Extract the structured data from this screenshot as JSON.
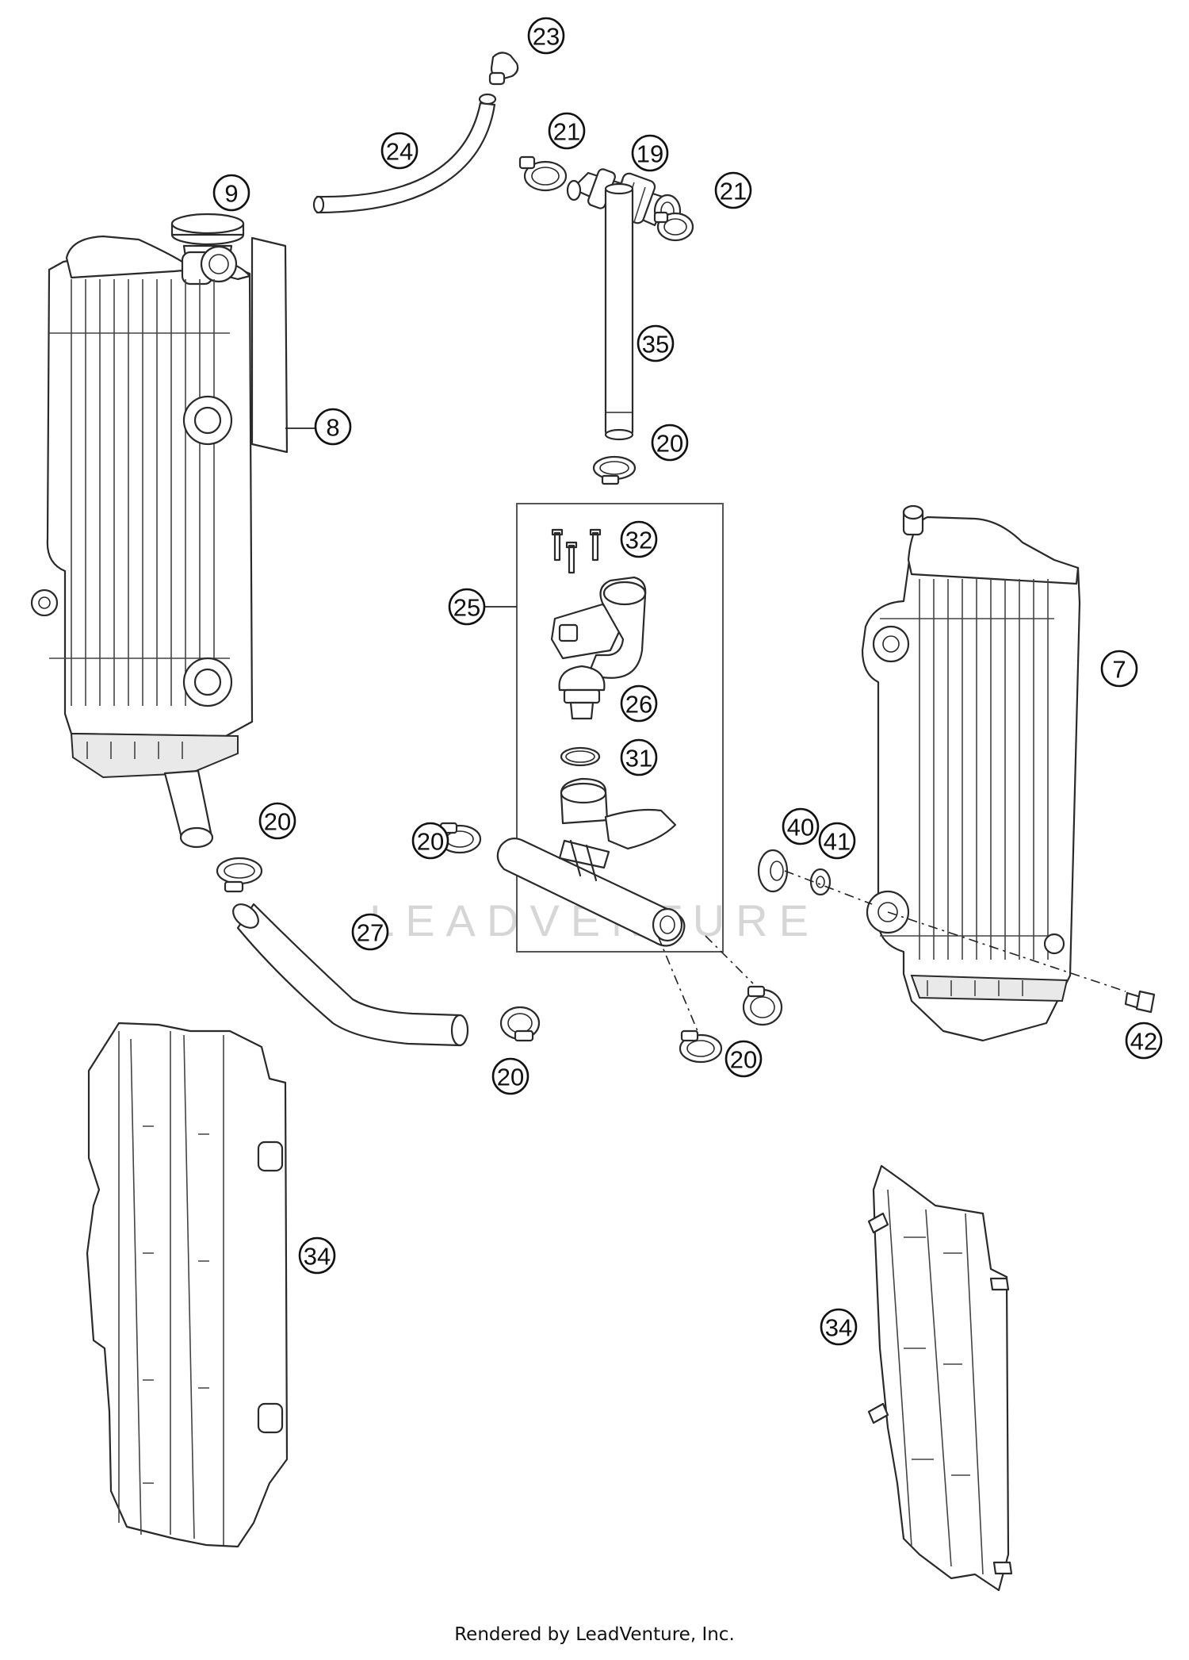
{
  "watermark": "LEADVENTURE",
  "footer": {
    "credit": "Rendered by LeadVenture, Inc."
  },
  "callouts": {
    "c23": "23",
    "c24": "24",
    "c21a": "21",
    "c19": "19",
    "c21b": "21",
    "c9": "9",
    "c35": "35",
    "c8": "8",
    "c20a": "20",
    "c32": "32",
    "c25": "25",
    "c7": "7",
    "c26": "26",
    "c31": "31",
    "c20b": "20",
    "c20c": "20",
    "c40": "40",
    "c41": "41",
    "c27": "27",
    "c42": "42",
    "c20d": "20",
    "c20e": "20",
    "c34a": "34",
    "c34b": "34"
  },
  "colors": {
    "line": "#2a2a2a",
    "watermark": "#d6d6d6",
    "background": "#ffffff"
  }
}
